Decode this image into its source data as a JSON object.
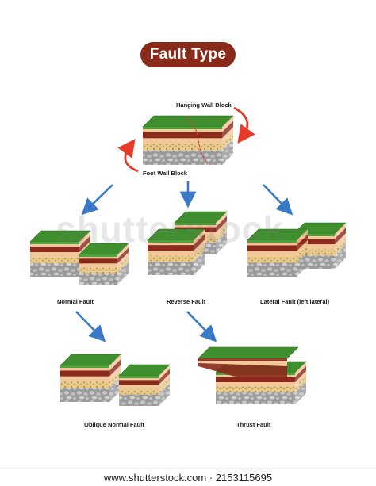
{
  "title": "Fault Type",
  "labels": {
    "hanging_wall": "Hanging Wall Block",
    "foot_wall": "Foot Wall Block",
    "normal": "Normal Fault",
    "reverse": "Reverse Fault",
    "lateral": "Lateral Fault (left lateral)",
    "oblique": "Oblique Normal Fault",
    "thrust": "Thrust Fault"
  },
  "footer": "www.shutterstock.com · 2153115695",
  "watermark": "shutterstock",
  "colors": {
    "grass": "#3f8f2e",
    "layer_tan": "#f2c79a",
    "layer_red": "#8b2a1b",
    "layer_sand": "#e7c98a",
    "layer_dots": "#c9a566",
    "rock": "#9b9b9b",
    "arrow_blue": "#3a78c8",
    "arrow_red": "#e63a2a",
    "title_bg": "#8a2a1a"
  },
  "icons": [
    "arrow-down-blue-icon",
    "curved-arrow-red-icon"
  ]
}
